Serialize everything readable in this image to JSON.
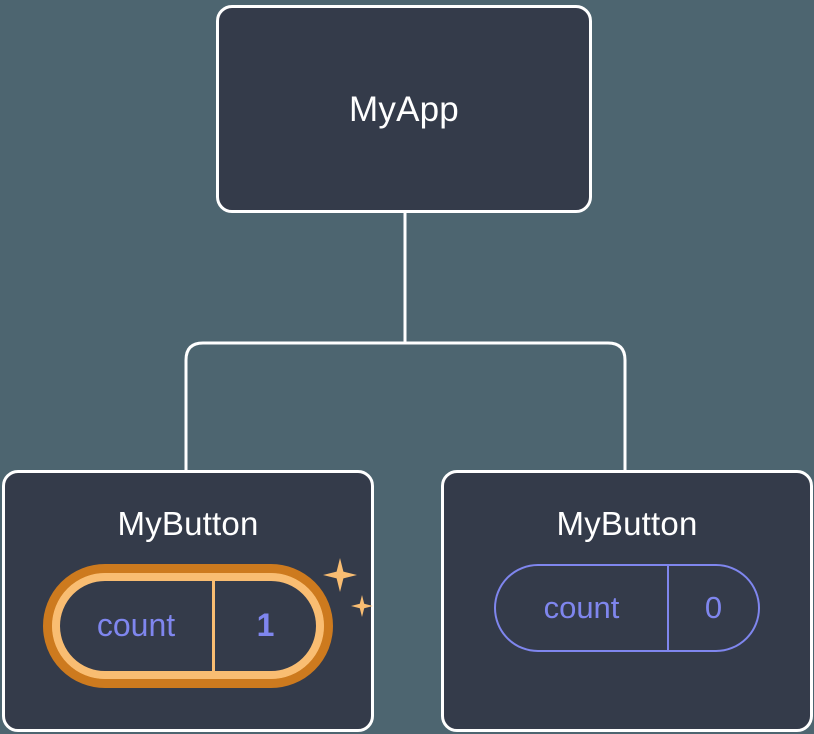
{
  "diagram": {
    "type": "component-tree",
    "background_color": "#4d6570",
    "node_fill_color": "#343b4a",
    "node_border_color": "#ffffff",
    "connector_color": "#ffffff",
    "accent_indigo": "#7f86ee",
    "accent_orange_outer": "#cd7a1e",
    "accent_orange_inner": "#f9bd72"
  },
  "root": {
    "title": "MyApp"
  },
  "children": [
    {
      "title": "MyButton",
      "highlighted": true,
      "state": {
        "key": "count",
        "value": "1"
      },
      "sparkle_big": "sparkle-icon",
      "sparkle_small": "sparkle-icon"
    },
    {
      "title": "MyButton",
      "highlighted": false,
      "state": {
        "key": "count",
        "value": "0"
      }
    }
  ]
}
